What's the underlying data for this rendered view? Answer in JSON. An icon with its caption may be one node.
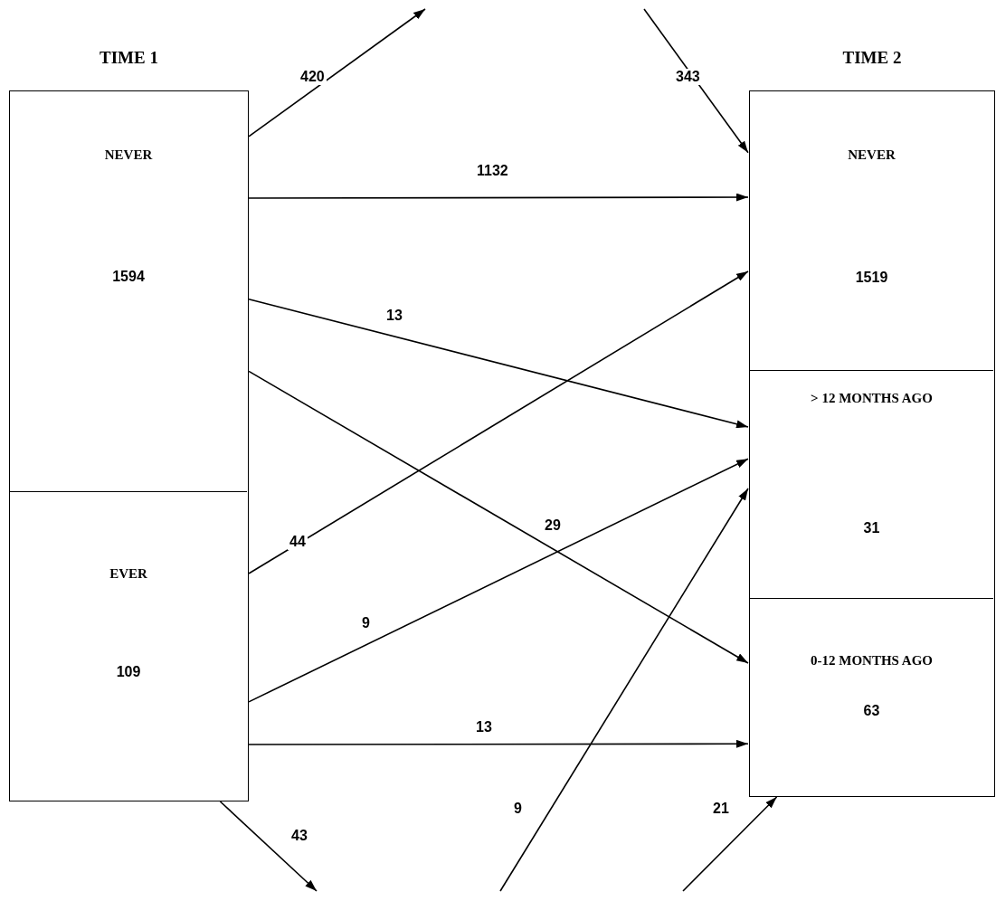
{
  "diagram": {
    "nodes": [
      {
        "text": [
          "TIME 1"
        ]
      },
      {
        "text": [
          "NEVER",
          "1594"
        ],
        "in": 0
      },
      {
        "text": [
          "EVER",
          "109"
        ],
        "in": 0
      },
      {
        "text": [
          "TIME 2"
        ]
      },
      {
        "text": [
          "NEVER",
          "1519"
        ],
        "in": 3
      },
      {
        "text": [
          "> 12 MONTHS AGO",
          "31"
        ],
        "in": 3
      },
      {
        "text": [
          "0-12 MONTHS AGO",
          "63"
        ],
        "in": 3
      }
    ],
    "edges": [
      {
        "from": 1,
        "to": null,
        "arrow": "to",
        "label": "420"
      },
      {
        "from": null,
        "to": 4,
        "arrow": "to",
        "label": "343"
      },
      {
        "from": 1,
        "to": 4,
        "arrow": "to",
        "label": "1132"
      },
      {
        "from": 1,
        "to": 5,
        "arrow": "to",
        "label": "13"
      },
      {
        "from": 1,
        "to": 6,
        "arrow": "to",
        "label": "29"
      },
      {
        "from": 2,
        "to": 4,
        "arrow": "to",
        "label": "44"
      },
      {
        "from": 2,
        "to": 5,
        "arrow": "to",
        "label": "9"
      },
      {
        "from": 2,
        "to": 6,
        "arrow": "to",
        "label": "13"
      },
      {
        "from": 2,
        "to": null,
        "arrow": "to",
        "label": "43"
      },
      {
        "from": null,
        "to": 5,
        "arrow": "to",
        "label": "9"
      },
      {
        "from": null,
        "to": 6,
        "arrow": "to",
        "label": "21"
      }
    ]
  }
}
